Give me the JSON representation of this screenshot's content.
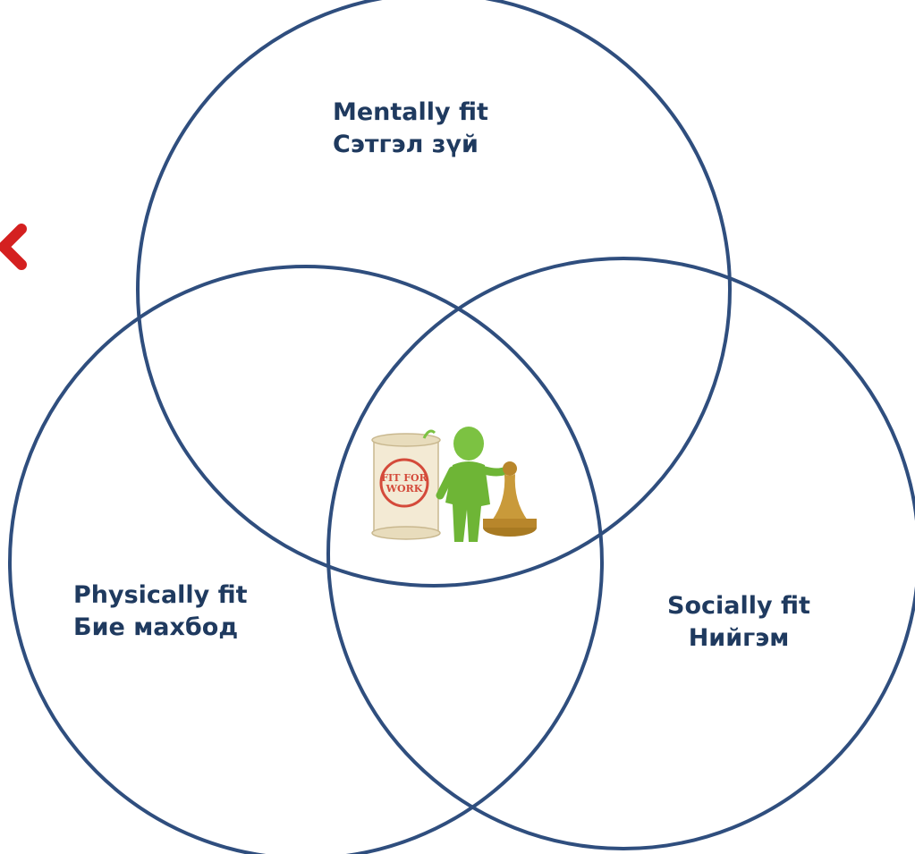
{
  "diagram": {
    "circles": [
      {
        "id": "mental",
        "line1": "Mentally fit",
        "line2": "Сэтгэл зүй"
      },
      {
        "id": "physical",
        "line1": "Physically fit",
        "line2": "Бие махбод"
      },
      {
        "id": "social",
        "line1": "Socially fit",
        "line2": "Нийгэм"
      }
    ],
    "center_image": {
      "scroll_text_1": "FIT FOR",
      "scroll_text_2": "WORK"
    },
    "colors": {
      "circle_stroke": "#2f4e7e",
      "label_text": "#1f3a5f",
      "arrow": "#d42020",
      "figure": "#7cc242",
      "stamp": "#b8862b"
    }
  },
  "nav": {
    "back_icon": "chevron-left-icon"
  }
}
